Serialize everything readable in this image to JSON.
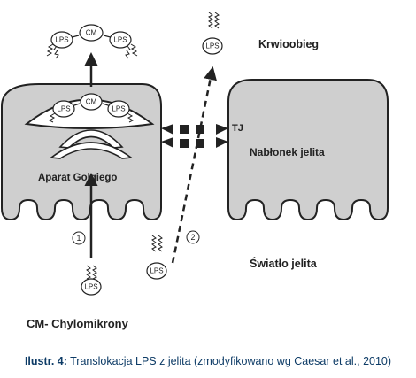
{
  "labels": {
    "circulation": "Krwioobieg",
    "tight_junction": "TJ",
    "epithelium": "Nabłonek jelita",
    "golgi": "Aparat Golgiego",
    "lumen": "Światło jelita",
    "chylomicron_legend": "CM- Chylomikrony"
  },
  "particles": {
    "lps": "LPS",
    "cm": "CM"
  },
  "pathways": {
    "transcellular": "1",
    "paracellular": "2"
  },
  "caption": {
    "prefix": "Ilustr. 4:",
    "text": " Translokacja LPS z jelita (zmodyfikowano wg Caesar et al., 2010)"
  },
  "colors": {
    "cell_fill": "#cfcfcf",
    "outline": "#222222",
    "caption_text": "#0d3b66",
    "background": "#ffffff"
  }
}
